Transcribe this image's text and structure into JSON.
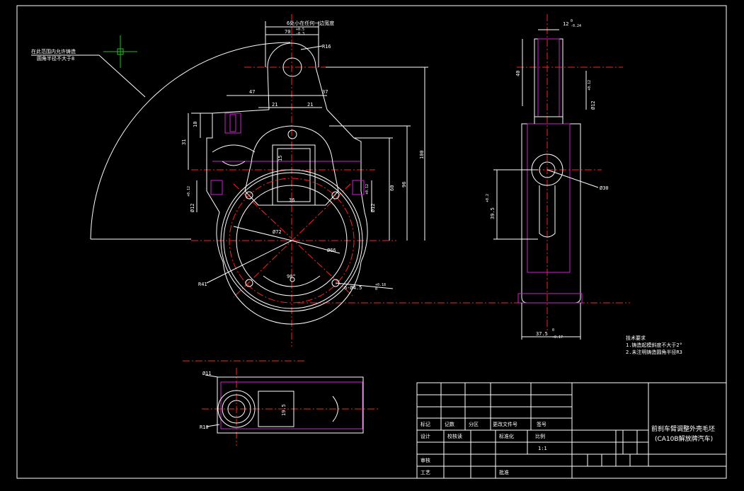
{
  "drawing": {
    "title_line1": "前刹车臂调整外壳毛坯",
    "title_line2": "(CA10B解放牌汽车)",
    "colors": {
      "background": "#000000",
      "outline": "#ffffff",
      "centerline": "#ff2020",
      "hidden": "#d020d0",
      "cursor": "#20c020"
    }
  },
  "notes": {
    "left_note_line1": "在此范围内允许铸造",
    "left_note_line2": "圆角半径不大于8",
    "tech_title": "技术要求",
    "tech_1": "1.铸造起模斜度不大于2°",
    "tech_2": "2.未注明铸造圆角半径R3"
  },
  "dims": {
    "top_note": "6处小在任何一边宽度",
    "d70": "70",
    "d70_tol_up": "+0.5",
    "d70_tol_dn": "-0.3",
    "r16": "R16",
    "d47": "47",
    "d37": "37",
    "d21a": "21",
    "d21b": "21",
    "d10": "10",
    "d31": "31",
    "d15": "15",
    "d100": "100",
    "d36": "36",
    "d60": "60",
    "d96": "96",
    "phi12_left": "Ø12",
    "phi12_left_tol": "+0.12",
    "phi12_right": "Ø12",
    "phi12_right_tol": "+0.12",
    "phi72": "Ø72",
    "phi66": "Ø66",
    "d90deg": "90°",
    "r41": "R41",
    "holes": "6-Ø4.5",
    "holes_tol_up": "+0.18",
    "holes_tol_dn": "0",
    "d12_side": "12",
    "d12_side_tol_up": "0",
    "d12_side_tol_dn": "-0.24",
    "d40": "40",
    "phi12_side": "Ø12",
    "phi12_side_tol": "+0.12",
    "phi30": "Ø30",
    "d39_5": "39.5",
    "d39_5_tol": "+0.2",
    "d37_5": "37.5",
    "d37_5_tol_up": "0",
    "d37_5_tol_dn": "-0.17",
    "phi11": "Ø11",
    "r10": "R10",
    "d19_5": "19.5"
  },
  "titleblock": {
    "mark": "标记",
    "count": "记数",
    "zone": "分区",
    "change_doc": "更改文件号",
    "sign": "签号",
    "design": "设计",
    "proofread": "校核读",
    "standardize": "标准化",
    "ratio_label": "比例",
    "ratio_value": "1:1",
    "review": "审核",
    "process": "工艺",
    "approve": "批准"
  }
}
